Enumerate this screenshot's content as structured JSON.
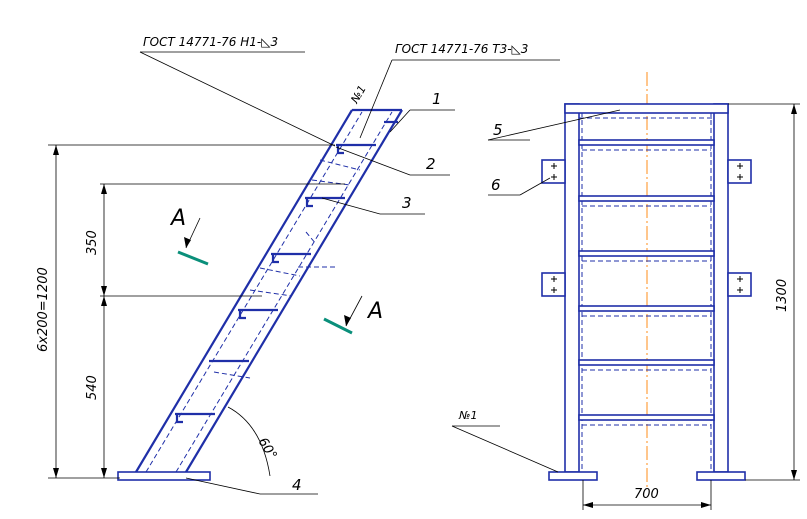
{
  "callouts": {
    "weld_left": "ГОСТ 14771-76 Н1-◺3",
    "weld_right": "ГОСТ 14771-76 Т3-◺3",
    "n1_side": "№1",
    "n1_front": "№1"
  },
  "positions": {
    "p1": "1",
    "p2": "2",
    "p3": "3",
    "p4": "4",
    "p5": "5",
    "p6": "6"
  },
  "dimensions": {
    "total_height": "6x200=1200",
    "upper": "350",
    "lower": "540",
    "angle": "60°",
    "front_height": "1300",
    "width": "700"
  },
  "section_marks": {
    "a_upper": "A",
    "a_lower": "A"
  },
  "colors": {
    "structure": "#1f2fa8",
    "axis": "#ff8c1a",
    "section_arrow": "#0a8f7a"
  }
}
